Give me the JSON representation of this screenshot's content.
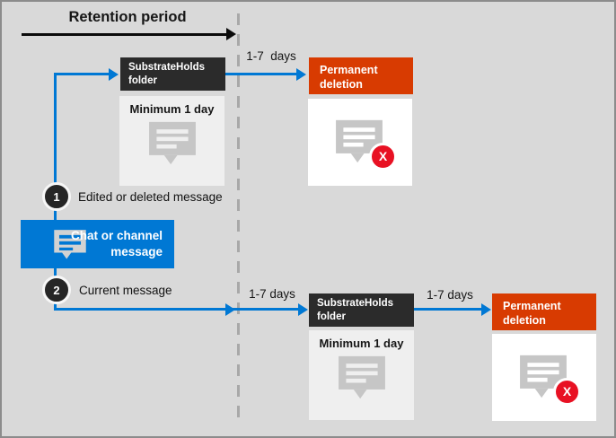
{
  "palette": {
    "background": "#D9D9D9",
    "frame_border": "#8C8C8C",
    "accent_blue": "#0078D4",
    "box_dark": "#2B2B2B",
    "box_orange": "#D83B01",
    "badge_red": "#E81123",
    "dashed_gray": "#A8A8A8",
    "icon_gray": "#C6C6C6"
  },
  "header": {
    "title": "Retention period"
  },
  "source": {
    "label": "Chat or channel message"
  },
  "steps": [
    {
      "number": "1",
      "label": "Edited or deleted message"
    },
    {
      "number": "2",
      "label": "Current message"
    }
  ],
  "top_flow": {
    "substrate_header": "SubstrateHolds folder",
    "substrate_body": "Minimum 1 day",
    "duration_label": "1-7  days",
    "deletion_header": "Permanent deletion",
    "deletion_badge": "X"
  },
  "bottom_flow": {
    "duration_label_1": "1-7 days",
    "substrate_header": "SubstrateHolds folder",
    "substrate_body": "Minimum 1 day",
    "duration_label_2": "1-7 days",
    "deletion_header": "Permanent deletion",
    "deletion_badge": "X"
  },
  "icons": {
    "message_bubble": "speech-bubble",
    "deletion_badge": "x-in-red-circle"
  }
}
